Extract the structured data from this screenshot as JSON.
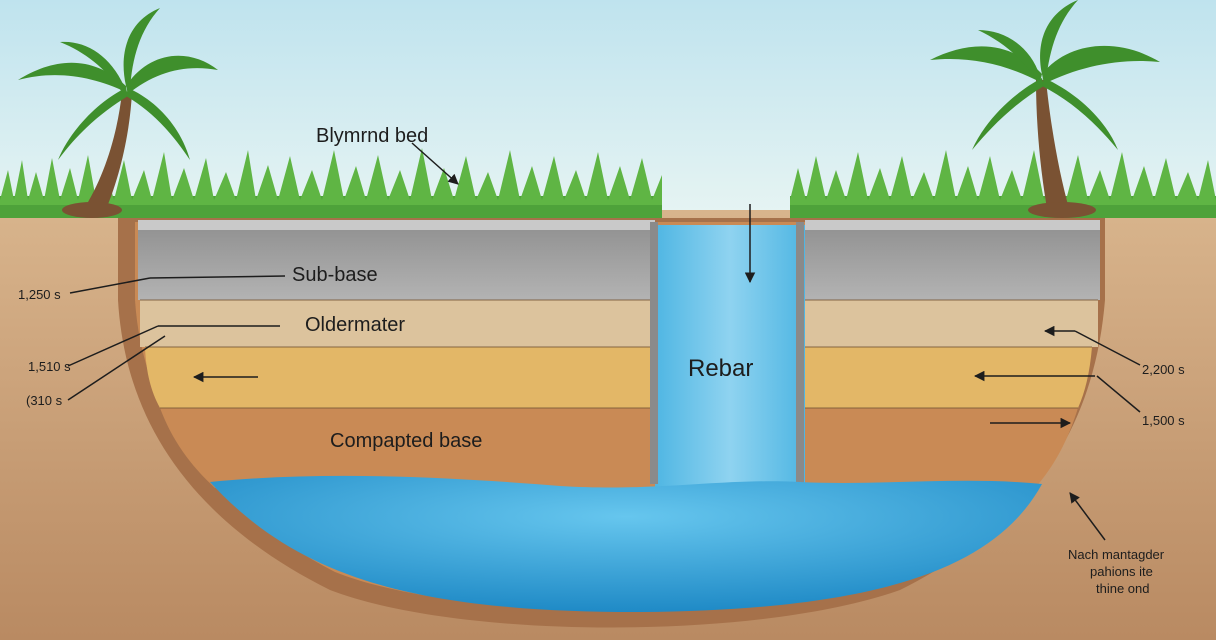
{
  "labels": {
    "top_title": "Blymrnd bed",
    "sub_base": "Sub-base",
    "older_mater": "Oldermater",
    "compacted_base": "Compapted base",
    "channel": "Rebar"
  },
  "side_notes": {
    "left_1": "1,250 s",
    "left_2": "1,510 s",
    "left_3": "(310 s",
    "right_1": "2,200 s",
    "right_2": "1,500 s"
  },
  "footnote": {
    "line1": "Nach mantagder",
    "line2": "pahions ite",
    "line3": "thine ond"
  },
  "colors": {
    "sky_top": "#bfe3ee",
    "sky_bottom": "#e6f4f3",
    "concrete": "#9c9c9c",
    "sand_light": "#dcc39d",
    "sand_yellow": "#e3b767",
    "clay": "#c98a55",
    "soil": "#c8a07a",
    "water": "#4fb4e0",
    "grass": "#4ea23a"
  }
}
